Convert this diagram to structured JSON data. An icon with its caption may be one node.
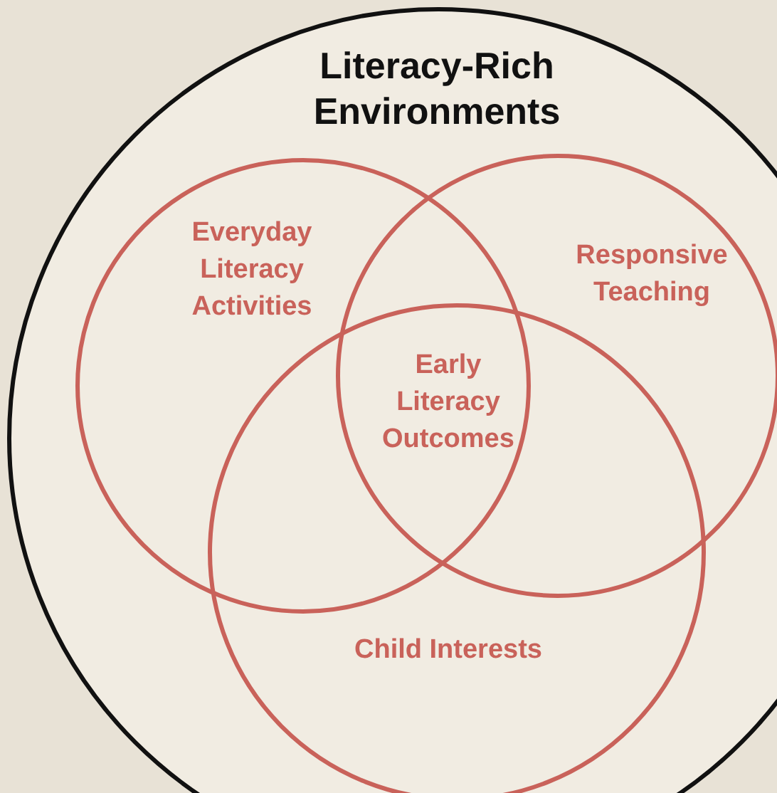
{
  "diagram": {
    "nodes": [
      {
        "text": [
          "Literacy-Rich Environments"
        ]
      },
      {
        "text": [
          "Everyday Literacy Activities"
        ],
        "in": 0
      },
      {
        "text": [
          "Responsive Teaching"
        ],
        "in": 0
      },
      {
        "text": [
          "Child Interests"
        ],
        "in": 0
      }
    ],
    "labels": [
      "Early Literacy Outcomes"
    ]
  }
}
